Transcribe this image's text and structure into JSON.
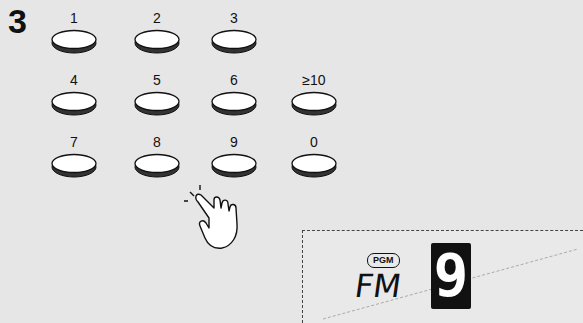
{
  "diagram": {
    "nodes": [
      {
        "text": [
          "1"
        ]
      },
      {
        "text": [
          "2"
        ]
      },
      {
        "text": [
          "3"
        ]
      },
      {
        "text": [
          "4"
        ]
      },
      {
        "text": [
          "5"
        ]
      },
      {
        "text": [
          "6"
        ]
      },
      {
        "text": [
          "≥10"
        ]
      },
      {
        "text": [
          "7"
        ]
      },
      {
        "text": [
          "8"
        ]
      },
      {
        "text": [
          "9"
        ]
      },
      {
        "text": [
          "0"
        ]
      },
      {
        "text": [
          "FM",
          "9"
        ]
      },
      {
        "text": [
          "PGM"
        ],
        "in": 11
      }
    ],
    "labels": [
      "3"
    ]
  }
}
